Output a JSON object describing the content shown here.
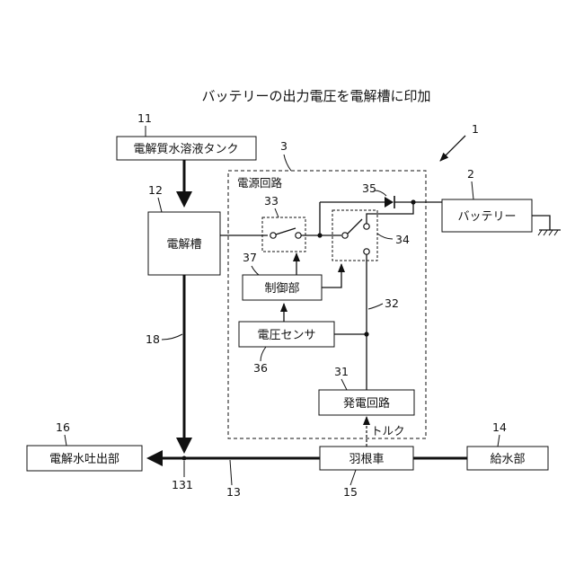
{
  "title": "バッテリーの出力電圧を電解槽に印加",
  "boxes": {
    "tank": "電解質水溶液タンク",
    "cell": "電解槽",
    "battery": "バッテリー",
    "controller": "制御部",
    "voltage_sensor": "電圧センサ",
    "generator": "発電回路",
    "impeller": "羽根車",
    "outlet": "電解水吐出部",
    "water_supply": "給水部"
  },
  "labels": {
    "power_circuit": "電源回路",
    "torque": "トルク"
  },
  "refs": {
    "system": "1",
    "battery": "2",
    "power_circuit": "3",
    "tank": "11",
    "cell": "12",
    "pipe_13": "13",
    "water_supply": "14",
    "impeller": "15",
    "outlet": "16",
    "pipe_18": "18",
    "junction": "131",
    "generator": "31",
    "line_32": "32",
    "switch_33": "33",
    "switch_34": "34",
    "diode": "35",
    "voltage_sensor": "36",
    "controller": "37"
  }
}
